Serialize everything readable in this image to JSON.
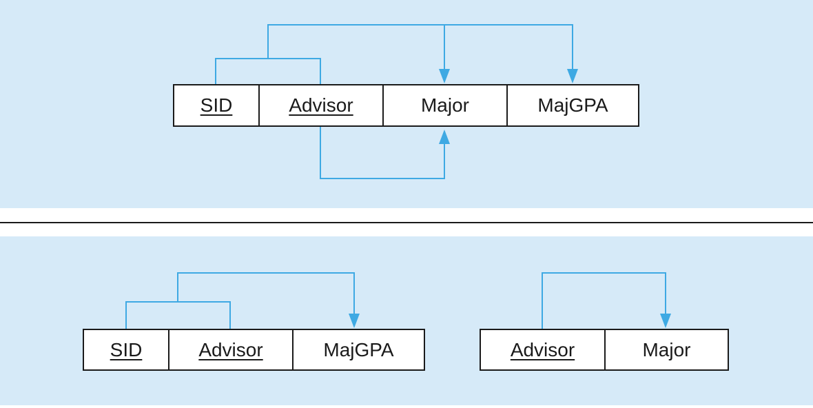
{
  "colors": {
    "panel_background": "#d6eaf8",
    "divider": "#1a1a1a",
    "arrow": "#3ea9e3",
    "border": "#1a1a1a",
    "text": "#1a1a1a"
  },
  "original_relation": {
    "attributes": [
      {
        "label": "SID",
        "key": true
      },
      {
        "label": "Advisor",
        "key": true
      },
      {
        "label": "Major",
        "key": false
      },
      {
        "label": "MajGPA",
        "key": false
      }
    ],
    "dependencies": [
      {
        "from": [
          "SID",
          "Advisor"
        ],
        "to": [
          "Major",
          "MajGPA"
        ]
      },
      {
        "from": [
          "Advisor"
        ],
        "to": [
          "Major"
        ]
      }
    ]
  },
  "decomposed_relations": [
    {
      "attributes": [
        {
          "label": "SID",
          "key": true
        },
        {
          "label": "Advisor",
          "key": true
        },
        {
          "label": "MajGPA",
          "key": false
        }
      ],
      "dependencies": [
        {
          "from": [
            "SID",
            "Advisor"
          ],
          "to": [
            "MajGPA"
          ]
        }
      ]
    },
    {
      "attributes": [
        {
          "label": "Advisor",
          "key": true
        },
        {
          "label": "Major",
          "key": false
        }
      ],
      "dependencies": [
        {
          "from": [
            "Advisor"
          ],
          "to": [
            "Major"
          ]
        }
      ]
    }
  ]
}
